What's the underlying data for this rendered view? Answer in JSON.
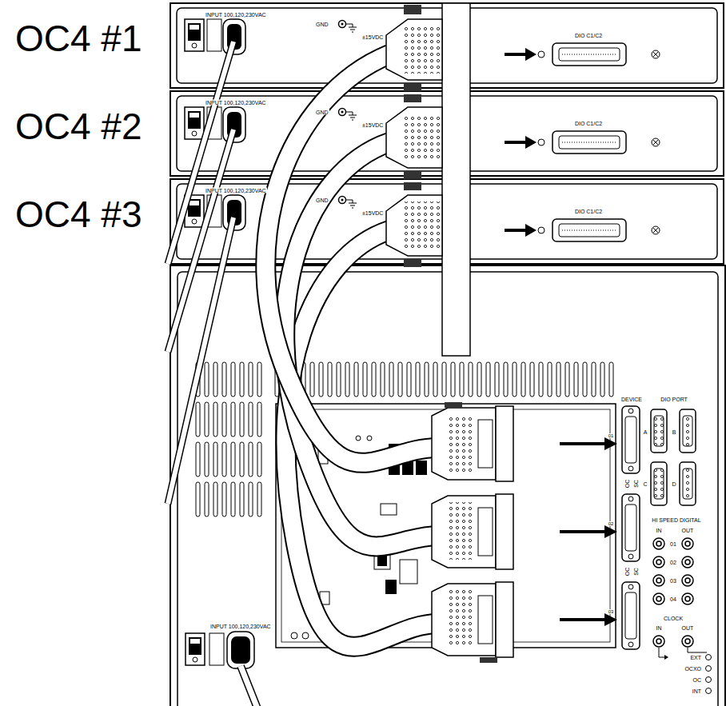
{
  "diagram": {
    "labels": [
      "OC4 #1",
      "OC4 #2",
      "OC4 #3",
      "INPUT 100,120,230VAC",
      "GND",
      "±15VDC",
      "DIO C1/C2",
      "INPUT 100,120,230VAC",
      "GND",
      "±15VDC",
      "DIO C1/C2",
      "INPUT 100,120,230VAC",
      "GND",
      "±15VDC",
      "DIO C1/C2",
      "DEVICE",
      "DIO PORT",
      "A",
      "B",
      "C",
      "D",
      "HI SPEED DIGITAL",
      "IN",
      "OUT",
      "01",
      "02",
      "03",
      "04",
      "CLOCK",
      "IN",
      "OUT",
      "EXT",
      "OCXO",
      "OC",
      "INT",
      "OC",
      "SC",
      "OC",
      "SC",
      "01",
      "02",
      "03",
      "INPUT 100,120,230VAC"
    ]
  }
}
